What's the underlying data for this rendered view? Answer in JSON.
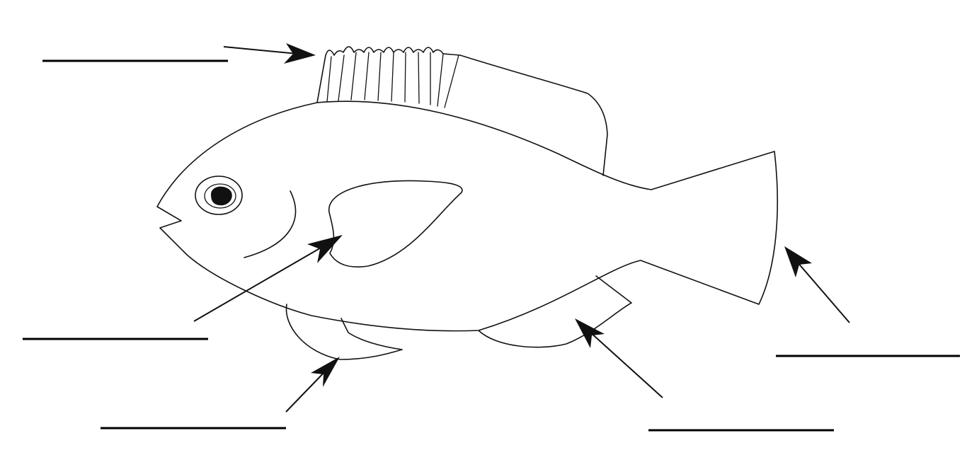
{
  "diagram": {
    "subject": "fish-outline",
    "labels": [
      {
        "id": "spiny-dorsal-fin",
        "text": ""
      },
      {
        "id": "pectoral-fin",
        "text": ""
      },
      {
        "id": "pelvic-fin",
        "text": ""
      },
      {
        "id": "anal-fin",
        "text": ""
      },
      {
        "id": "caudal-fin",
        "text": ""
      }
    ]
  },
  "colors": {
    "line": "#111111",
    "background": "#ffffff"
  }
}
